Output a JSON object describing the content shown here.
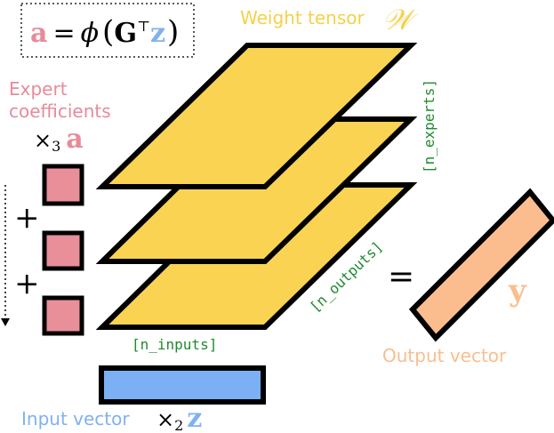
{
  "formula": {
    "a": "a",
    "eq": "=",
    "phi": "ϕ",
    "lparen": "(",
    "G": "G",
    "transpose": "⊤",
    "z": "z",
    "rparen": ")"
  },
  "weight_tensor": {
    "label": "Weight tensor",
    "symbol": "𝒲"
  },
  "dims": {
    "experts": "[n_experts]",
    "outputs": "[n_outputs]",
    "inputs": "[n_inputs]"
  },
  "expert": {
    "label_line1": "Expert",
    "label_line2": "coefficients",
    "times": "×",
    "sub": "3",
    "symbol": "a",
    "plus": "+"
  },
  "equals": "=",
  "output": {
    "symbol": "y",
    "label": "Output vector"
  },
  "input": {
    "label": "Input vector",
    "times": "×",
    "sub": "2",
    "symbol": "z"
  },
  "colors": {
    "pink_text": "#e88a99",
    "pink_fill": "#e88f9a",
    "blue_text": "#7fb2ef",
    "blue_fill": "#7cb0f5",
    "yellow_text": "#f5d04a",
    "yellow_fill": "#fad353",
    "orange_text": "#f9be8e",
    "orange_fill": "#fbbd8e",
    "green_text": "#1f8a2f"
  }
}
